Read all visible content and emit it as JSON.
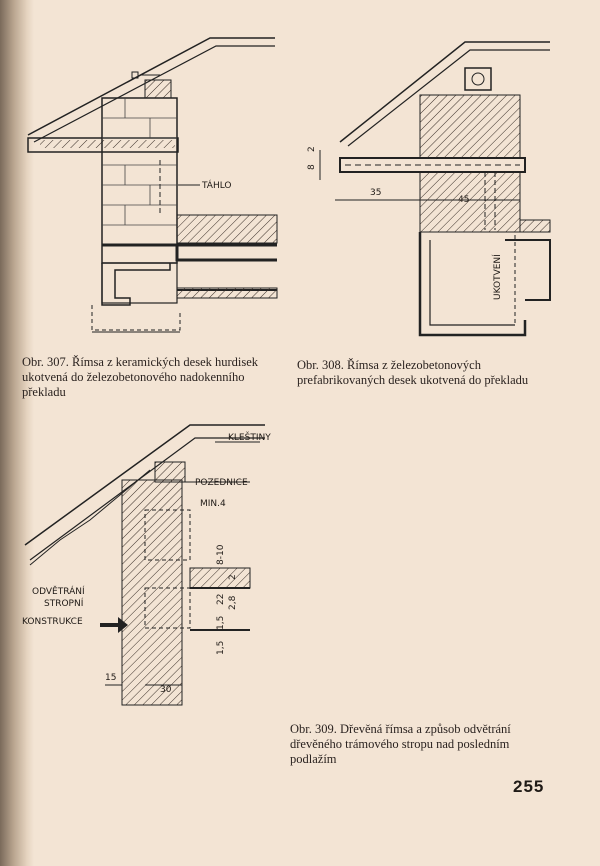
{
  "page_number": "255",
  "figures": [
    {
      "caption_lines": [
        "Obr. 307. Římsa z keramických desek hurdisek",
        "ukotvená do železobetonového nadokenního",
        "překladu"
      ],
      "labels": {
        "tahlo": "TÁHLO"
      }
    },
    {
      "caption_lines": [
        "Obr. 308. Římsa z železobetonových",
        "prefabrikovaných desek ukotvená do překladu"
      ],
      "labels": {
        "ukotveni": "UKOTVENÍ",
        "dim_35": "35",
        "dim_45": "45",
        "dim_8": "8",
        "dim_2": "2"
      }
    },
    {
      "caption_lines": [
        "Obr. 309. Dřevěná římsa a způsob odvětrání",
        "dřevěného trámového stropu nad posledním",
        "podlažím"
      ],
      "labels": {
        "klestiny": "KLEŠTINY",
        "pozednice": "POZEDNICE",
        "min4": "MIN.4",
        "odvetrani": "ODVĚTRÁNÍ",
        "stropni": "STROPNÍ",
        "konstrukce": "KONSTRUKCE",
        "dim_15a": "15",
        "dim_30": "30",
        "dim_8_10": "8-10",
        "dim_2": "2",
        "dim_28": "2,8",
        "dim_22": "22",
        "dim_15b": "1,5",
        "dim_15c": "1,5"
      }
    }
  ],
  "colors": {
    "paper": "#f3e4d4",
    "ink": "#1f1a16"
  }
}
